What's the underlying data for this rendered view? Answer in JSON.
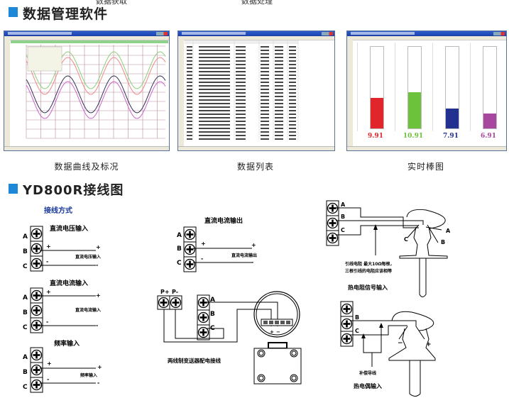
{
  "top_fragments": [
    "数据获取",
    "数据处理"
  ],
  "software_section": {
    "title": "数据管理软件",
    "screenshots": [
      {
        "caption": "数据曲线及标况"
      },
      {
        "caption": "数据列表"
      },
      {
        "caption": "实时棒图",
        "bars": [
          {
            "value": "9.91",
            "level": 0.37,
            "color": "#e0262b"
          },
          {
            "value": "10.91",
            "level": 0.44,
            "color": "#6cc23a"
          },
          {
            "value": "7.91",
            "level": 0.24,
            "color": "#22318f"
          },
          {
            "value": "6.91",
            "level": 0.18,
            "color": "#a8479e"
          }
        ]
      }
    ]
  },
  "wiring_section": {
    "title": "YD800R接线图",
    "subtitle": "接线方式",
    "terminal_labels": [
      "A",
      "B",
      "C"
    ],
    "plus": "+",
    "minus": "-",
    "dc_voltage": {
      "title": "直流电压输入",
      "label": "直流电压输入"
    },
    "dc_current": {
      "title": "直流电流输入",
      "label": "直流电流输入"
    },
    "frequency": {
      "title": "频率输入",
      "label": "频率输入"
    },
    "dc_output": {
      "title": "直流电流输出",
      "label": "直流电流输出"
    },
    "two_wire": {
      "p_plus": "P+",
      "p_minus": "P-",
      "caption": "两线制变送器配电接线",
      "plus": "+",
      "minus": "−"
    },
    "rtd": {
      "note_line1": "引线电阻 最大10Ω每根，",
      "note_line2": "三根引线的电阻应该相等",
      "caption": "热电阻信号输入"
    },
    "thermocouple": {
      "note": "补偿导线",
      "caption": "热电偶输入",
      "plus": "+",
      "minus": "−"
    }
  }
}
